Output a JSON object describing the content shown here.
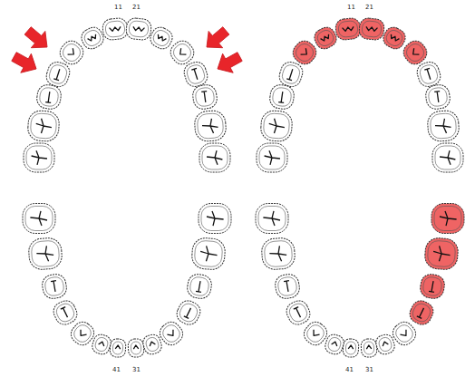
{
  "diagram": {
    "labels": [
      "11",
      "21",
      "11",
      "21",
      "41",
      "31",
      "41",
      "31"
    ]
  }
}
